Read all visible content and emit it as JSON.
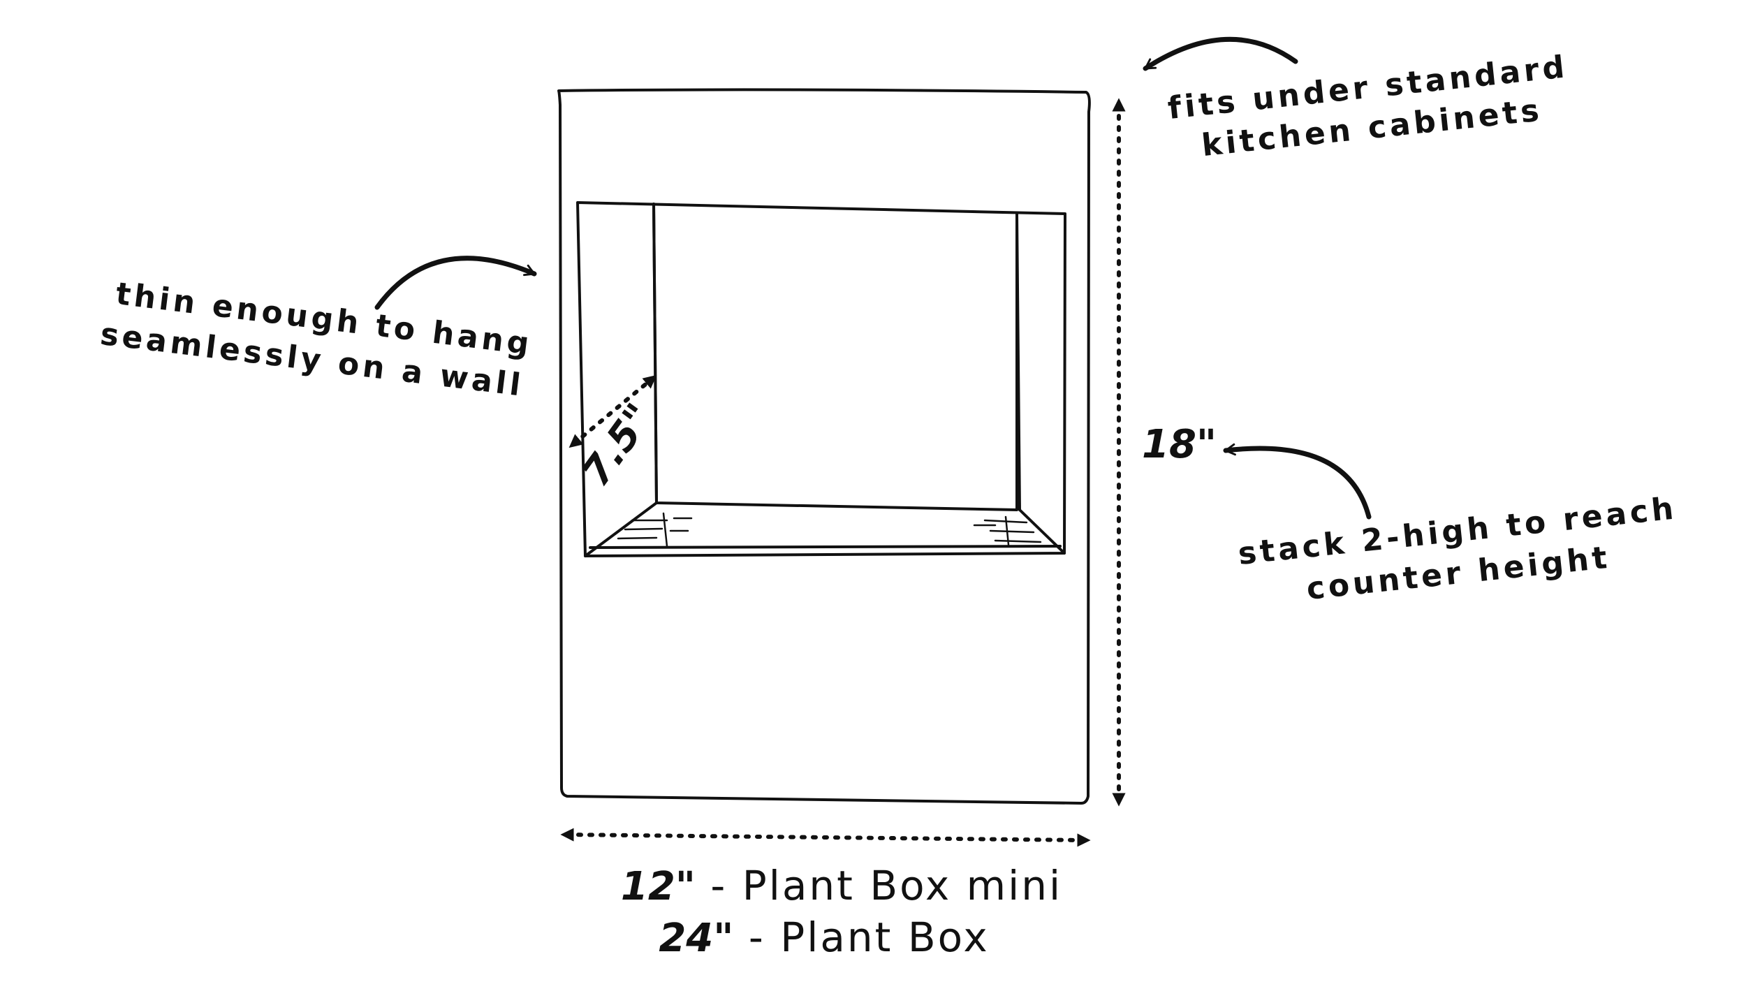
{
  "annotations": {
    "cabinets_line1": "fits under standard",
    "cabinets_line2": "kitchen cabinets",
    "wall_line1": "thin enough to hang",
    "wall_line2": "seamlessly on a wall",
    "stack_line1": "stack 2-high to reach",
    "stack_line2": "counter height"
  },
  "dimensions": {
    "depth": "7.5\"",
    "height": "18\"",
    "width_mini": "12\"",
    "width_full": "24\""
  },
  "captions": {
    "mini": " - Plant Box mini",
    "full": " - Plant Box"
  },
  "colors": {
    "ink": "#111111",
    "background": "#ffffff"
  }
}
